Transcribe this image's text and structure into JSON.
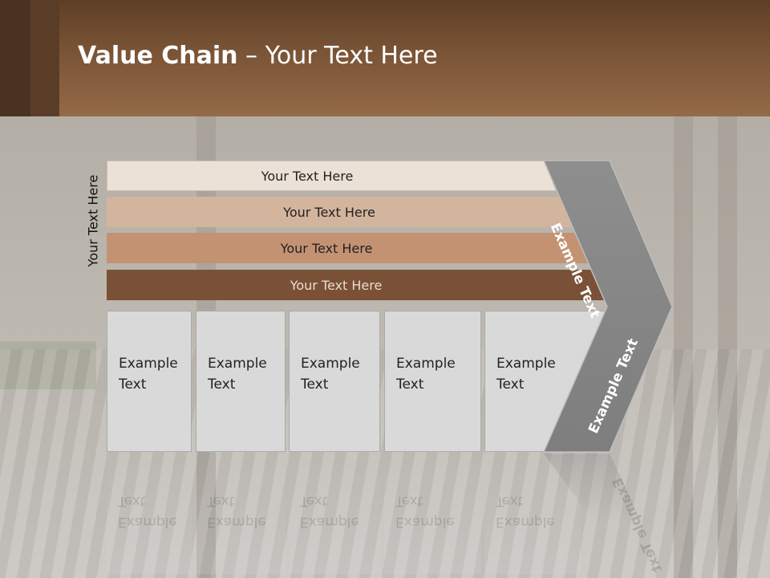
{
  "title": {
    "bold": "Value Chain",
    "rest": " – Your Text Here"
  },
  "vertical_label": "Your Text Here",
  "bars": [
    {
      "label": "Your Text Here",
      "color": "#ebe1d7"
    },
    {
      "label": "Your Text Here",
      "color": "#d3b49d"
    },
    {
      "label": "Your Text Here",
      "color": "#c39273"
    },
    {
      "label": "Your Text Here",
      "color": "#7a5136"
    }
  ],
  "boxes": [
    {
      "line1": "Example",
      "line2": "Text"
    },
    {
      "line1": "Example",
      "line2": "Text"
    },
    {
      "line1": "Example",
      "line2": "Text"
    },
    {
      "line1": "Example",
      "line2": "Text"
    },
    {
      "line1": "Example",
      "line2": "Text"
    }
  ],
  "chevron": {
    "upper_label": "Example Text",
    "lower_label": "Example Text",
    "color": "#8a8a8a"
  }
}
